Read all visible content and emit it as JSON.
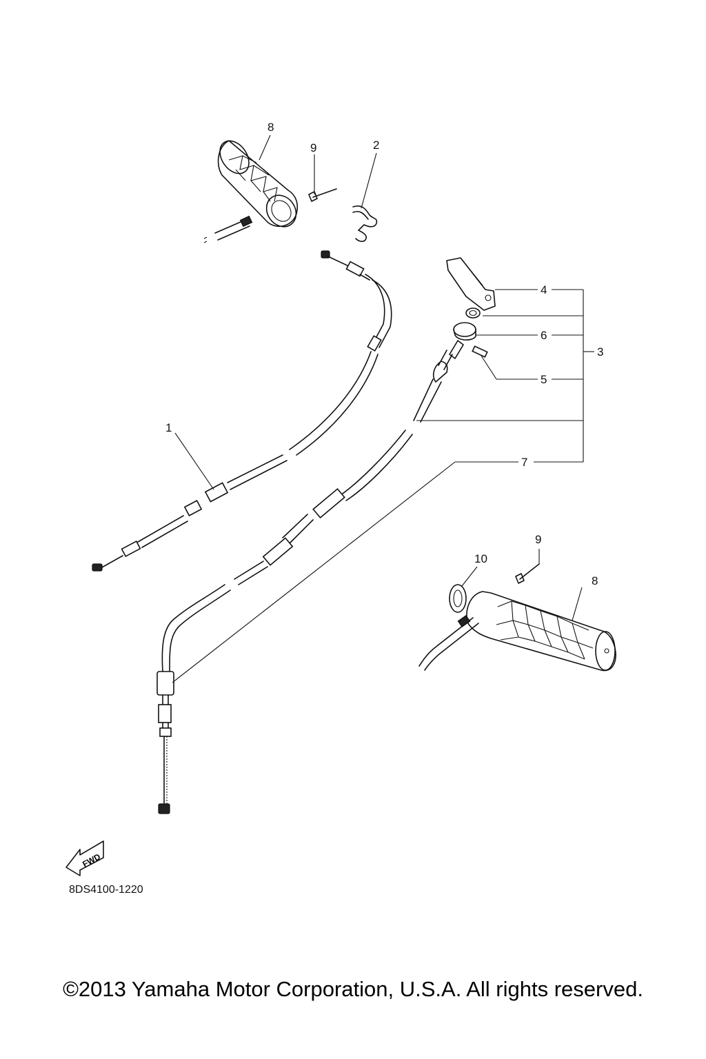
{
  "diagram": {
    "callouts": {
      "c8_top": "8",
      "c9_top": "9",
      "c2": "2",
      "c4": "4",
      "c6": "6",
      "c3": "3",
      "c5": "5",
      "c1": "1",
      "c7": "7",
      "c9_bottom": "9",
      "c10": "10",
      "c8_bottom": "8"
    },
    "fwd_label": "FWD",
    "part_code": "8DS4100-1220"
  },
  "footer": {
    "copyright": "©2013 Yamaha Motor Corporation, U.S.A. All rights reserved."
  }
}
